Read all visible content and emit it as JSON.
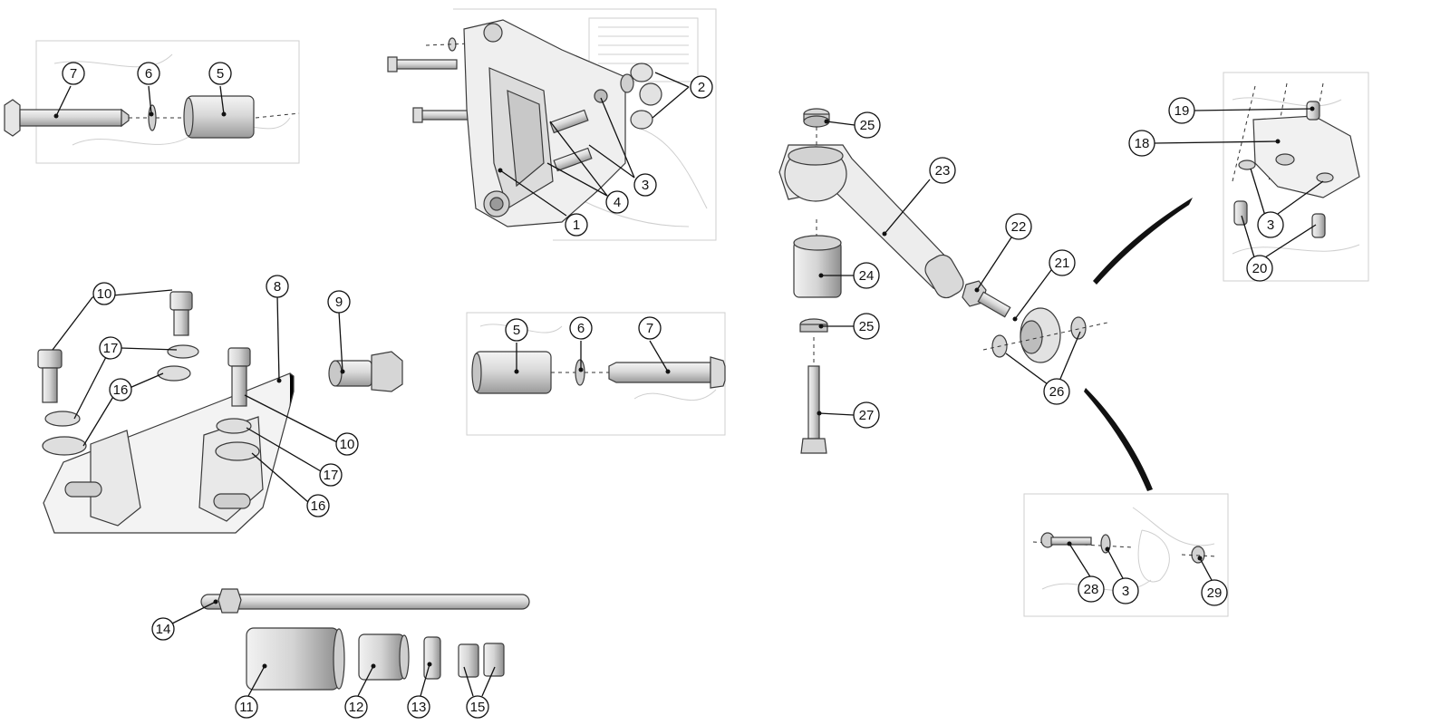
{
  "diagram": {
    "labels": {
      "top_left": [
        "7",
        "6",
        "5"
      ],
      "bracket": [
        "2",
        "3",
        "4",
        "1"
      ],
      "plate": [
        "10",
        "8",
        "9",
        "17",
        "16",
        "10",
        "17",
        "16"
      ],
      "bushing_pin": [
        "5",
        "6",
        "7"
      ],
      "tool_kit": [
        "14",
        "11",
        "12",
        "13",
        "15"
      ],
      "link": [
        "25",
        "23",
        "22",
        "21",
        "24",
        "25",
        "26",
        "27"
      ],
      "top_right": [
        "19",
        "18",
        "3",
        "20"
      ],
      "bottom_right": [
        "28",
        "3",
        "29"
      ]
    }
  }
}
